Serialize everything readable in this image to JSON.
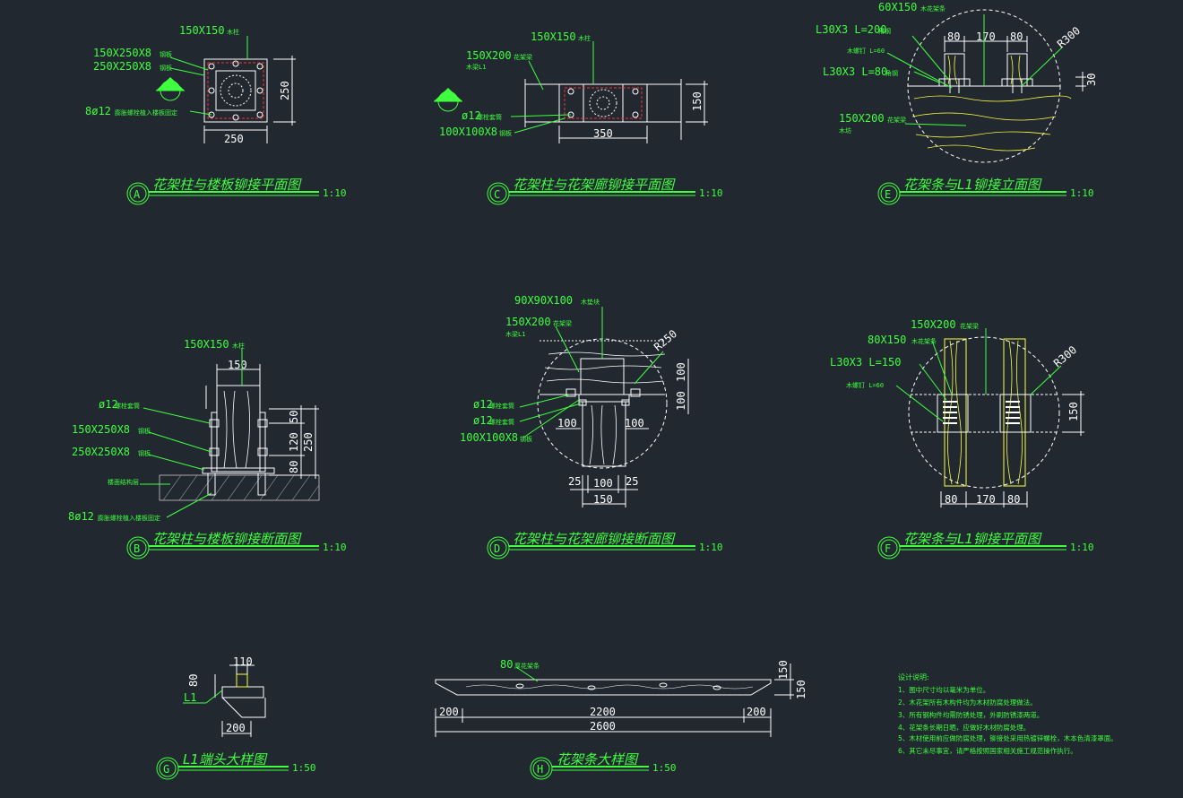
{
  "drawings": {
    "A": {
      "title": "花架柱与楼板铆接平面图",
      "scale": "1:10",
      "marker": "A",
      "labels": {
        "post": "150X150",
        "post_note": "木柱",
        "plate1": "150X250X8",
        "plate1_note": "钢板",
        "plate2": "250X250X8",
        "plate2_note": "钢板",
        "bolts": "8ø12",
        "bolts_note": "膨胀螺栓植入楼板固定",
        "dim_w": "250",
        "dim_h": "250",
        "section": "B"
      }
    },
    "C": {
      "title": "花架柱与花架廊铆接平面图",
      "scale": "1:10",
      "marker": "C",
      "labels": {
        "post": "150X150",
        "post_note": "木柱",
        "beam": "150X200",
        "beam_note": "花架梁",
        "beam_tag": "木梁L1",
        "bolt": "ø12",
        "bolt_note": "螺栓套筒",
        "plate": "100X100X8",
        "plate_note": "钢板",
        "dim_w": "350",
        "dim_h": "150",
        "section": "D"
      }
    },
    "E": {
      "title": "花架条与L1铆接立面图",
      "scale": "1:10",
      "marker": "E",
      "labels": {
        "top": "60X150",
        "top_note": "木花架条",
        "angle1": "L30X3 L=200",
        "angle1_note": "角钢",
        "screw": "木螺钉 L=60",
        "angle2": "L30X3 L=80",
        "angle2_note": "角钢",
        "beam": "150X200",
        "beam_note": "花架梁",
        "beam_tag": "木坊",
        "d1": "80",
        "d2": "170",
        "d3": "80",
        "radius": "R300",
        "d_side": "30"
      }
    },
    "B": {
      "title": "花架柱与楼板铆接断面图",
      "scale": "1:10",
      "marker": "B",
      "labels": {
        "post": "150X150",
        "post_note": "木柱",
        "dim_top": "150",
        "bolt": "ø12",
        "bolt_note": "螺栓套筒",
        "plate1": "150X250X8",
        "plate1_note": "钢板",
        "plate2": "250X250X8",
        "plate2_note": "钢板",
        "slab_note": "楼面结构层",
        "bolts": "8ø12",
        "bolts_note": "膨胀螺栓植入楼板固定",
        "d1": "50",
        "d2": "120",
        "d3": "80",
        "d_total": "250"
      }
    },
    "D": {
      "title": "花架柱与花架廊铆接断面图",
      "scale": "1:10",
      "marker": "D",
      "labels": {
        "top": "90X90X100",
        "top_note": "木垫块",
        "beam": "150X200",
        "beam_note": "花架梁",
        "beam_tag": "木梁L1",
        "radius": "R250",
        "bolt1": "ø12",
        "bolt1_note": "螺栓套筒",
        "bolt2": "ø12",
        "bolt2_note": "螺栓套筒",
        "plate": "100X100X8",
        "plate_note": "钢板",
        "d_l": "100",
        "d_r": "100",
        "d_v1": "100",
        "d_v2": "100",
        "b1": "25",
        "b2": "100",
        "b3": "25",
        "b_total": "150"
      }
    },
    "F": {
      "title": "花架条与L1铆接平面图",
      "scale": "1:10",
      "marker": "F",
      "labels": {
        "beam": "150X200",
        "beam_note": "花架梁",
        "top": "80X150",
        "top_note": "木花架条",
        "angle": "L30X3 L=150",
        "screw": "木螺钉 L=60",
        "radius": "R300",
        "d_v": "150",
        "d1": "80",
        "d2": "170",
        "d3": "80"
      }
    },
    "G": {
      "title": "L1端头大样图",
      "scale": "1:50",
      "marker": "G",
      "labels": {
        "top": "110",
        "side": "80",
        "tag": "L1",
        "bottom": "200"
      }
    },
    "H": {
      "title": "花架条大样图",
      "scale": "1:50",
      "marker": "H",
      "labels": {
        "bar": "80",
        "bar_note": "厚花架条",
        "d1": "200",
        "d2": "2200",
        "d3": "200",
        "total": "2600",
        "h1": "150",
        "h2": "150"
      }
    }
  },
  "notes": {
    "title": "设计说明:",
    "items": [
      "1、图中尺寸均以毫米为单位。",
      "2、木花架所有木构件均为木材防腐处理做法。",
      "3、所有钢构件均需防锈处理，外刷防锈漆两道。",
      "4、花架条长期日晒，应做好木材防腐处理。",
      "5、木材使用前应做防腐处理，铆接处采用热镀锌螺栓，木本色清漆罩面。",
      "6、其它未尽事宜，请严格按照国家相关施工规范操作执行。"
    ]
  },
  "colors": {
    "background": "#212830",
    "annotation": "#3fff3f",
    "linework": "#ffffff",
    "hidden": "#ff3030",
    "grain": "#ffff3f"
  }
}
